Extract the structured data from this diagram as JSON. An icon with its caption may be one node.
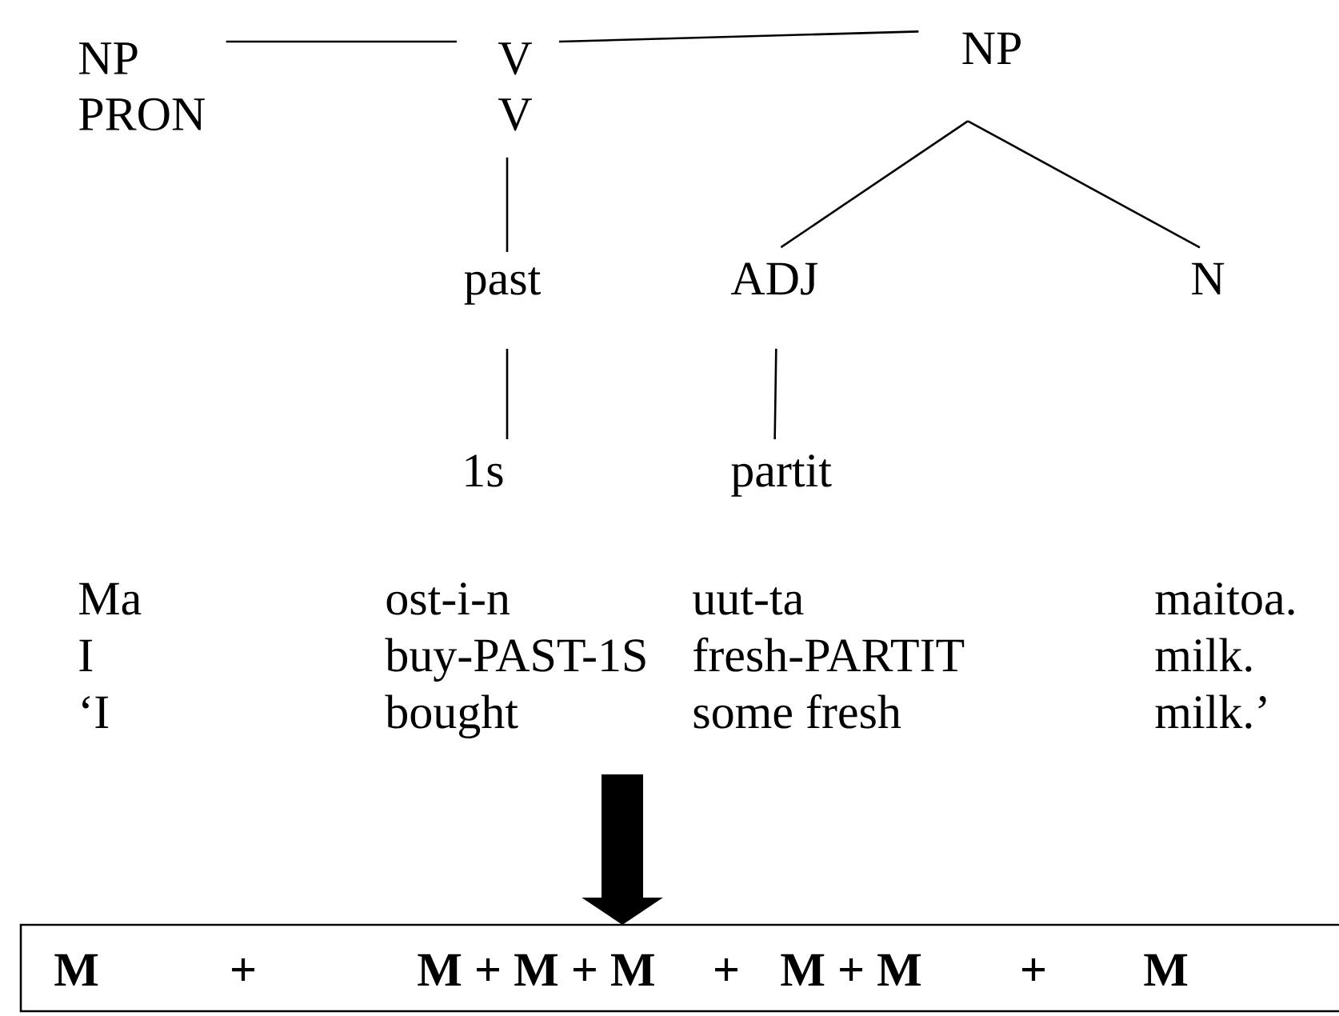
{
  "diagram": {
    "nodes": [
      {
        "text": [
          "NP",
          "PRON"
        ]
      },
      {
        "text": [
          "V",
          "V"
        ]
      },
      {
        "text": [
          "NP"
        ]
      },
      {
        "text": [
          "past"
        ]
      },
      {
        "text": [
          "ADJ"
        ]
      },
      {
        "text": [
          "N"
        ]
      },
      {
        "text": [
          "1s"
        ]
      },
      {
        "text": [
          "partit"
        ]
      },
      {
        "text": [
          "M",
          "+",
          "M + M + M",
          "+",
          "M + M",
          "+",
          "M"
        ]
      }
    ],
    "edges": [
      {
        "from": 0,
        "to": 1,
        "arrow": "none"
      },
      {
        "from": 1,
        "to": 2,
        "arrow": "none"
      },
      {
        "from": 2,
        "to": 4,
        "arrow": "none"
      },
      {
        "from": 2,
        "to": 5,
        "arrow": "none"
      },
      {
        "from": 1,
        "to": 3,
        "arrow": "none"
      },
      {
        "from": 3,
        "to": 6,
        "arrow": "none"
      },
      {
        "from": 4,
        "to": 7,
        "arrow": "none"
      },
      {
        "from": null,
        "to": 8,
        "arrow": "to",
        "style": "thick"
      }
    ],
    "labels": [
      "Ma",
      "ost-i-n",
      "uut-ta",
      "maitoa.",
      "I",
      "buy-PAST-1S",
      "fresh-PARTIT",
      "milk.",
      "‘I",
      "bought",
      "some fresh",
      "milk.’"
    ]
  }
}
